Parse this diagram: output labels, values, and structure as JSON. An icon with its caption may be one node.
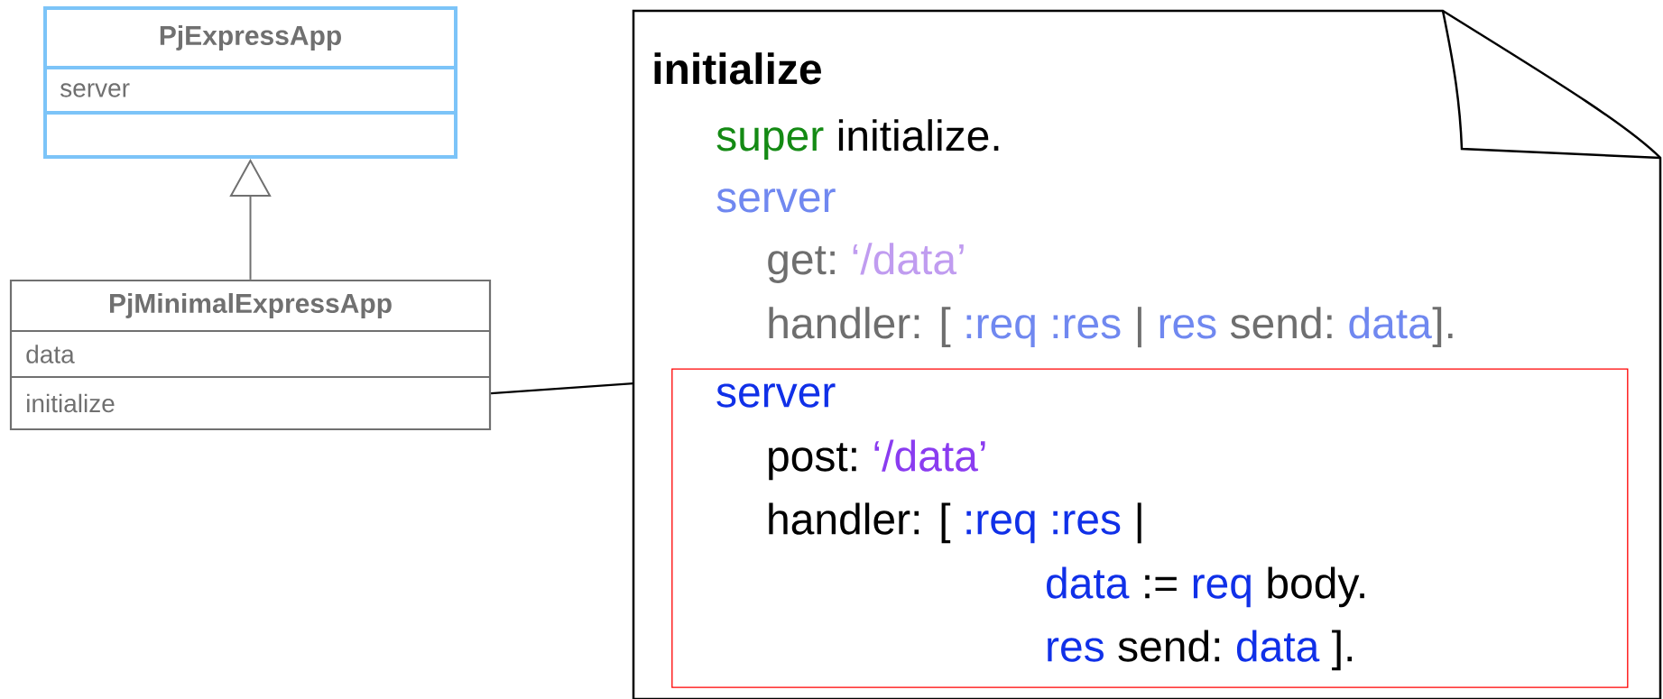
{
  "diagram": {
    "nodes": [
      {
        "text": [
          "PjExpressApp",
          "server"
        ]
      },
      {
        "text": [
          "PjMinimalExpressApp",
          "data",
          "initialize"
        ]
      },
      {
        "text": [
          "initialize",
          "super",
          "initialize.",
          "server",
          "get:",
          "‘/data’",
          "handler: [",
          ":req :res",
          "|",
          "res",
          "send:",
          "data",
          "]."
        ]
      },
      {
        "text": [
          "server",
          "post:",
          "‘/data’",
          "handler: [",
          ":req :res",
          "|",
          "data",
          ":=",
          "req",
          "body.",
          "res",
          "send:",
          "data",
          "]."
        ],
        "in": 2
      }
    ],
    "edges": [
      {
        "from": 1,
        "to": 0,
        "arrow": "to"
      },
      {
        "from": 1,
        "to": 2,
        "arrow": "none",
        "color": "#000000"
      }
    ]
  }
}
